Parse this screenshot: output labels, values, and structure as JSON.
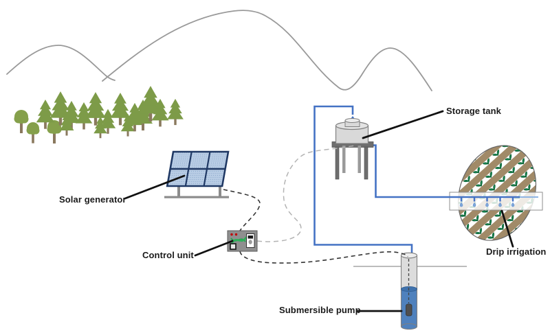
{
  "scene": {
    "title_hint": "solar powered drip irrigation system diagram",
    "labels": {
      "solar_generator": "Solar generator",
      "control_unit": "Control unit",
      "storage_tank": "Storage tank",
      "submersible_pump": "Submersible pump",
      "drip_irrigation": "Drip irrigation"
    },
    "colors": {
      "pipe_blue": "#4472c4",
      "water_blue": "#4f81bd",
      "droplet_blue": "#7da7d9",
      "panel_blue": "#b9cde5",
      "panel_border": "#1f3864",
      "tree_green": "#7d9b48",
      "plant_green": "#17854f",
      "soil_brown": "#a18a68",
      "trunk_brown": "#8a795e",
      "mountain_gray": "#999999",
      "tank_gray": "#d9d9d9",
      "ground_gray": "#a6a6a6",
      "cable_dark": "#333333",
      "cable_light": "#b3b3b3",
      "led_red": "#c00000",
      "board_green": "#2eb05a"
    }
  }
}
